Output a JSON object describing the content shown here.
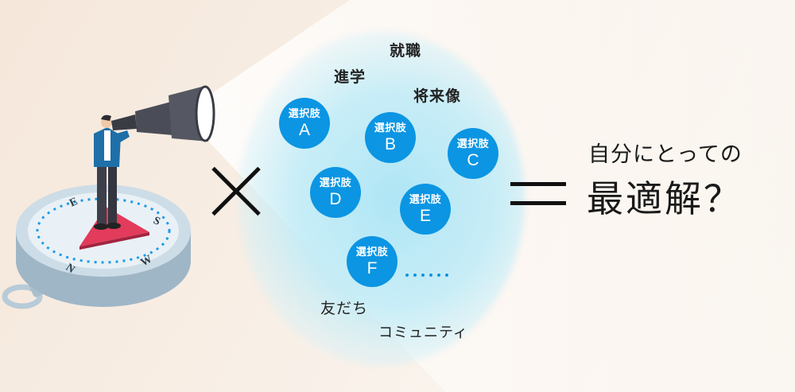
{
  "illustration": {
    "subject": "businessman-with-telescope-on-compass",
    "compass_labels": [
      "N",
      "E",
      "S",
      "W"
    ],
    "colors": {
      "background": "#f7ece2",
      "jacket": "#1f6fa8",
      "pointer": "#e23b5c",
      "compass": "#c9d9e3",
      "telescope": "#4a4d57"
    }
  },
  "operator_times": "×",
  "cloud": {
    "keywords": [
      {
        "id": "shushoku",
        "text": "就職"
      },
      {
        "id": "shingaku",
        "text": "進学"
      },
      {
        "id": "shoraizo",
        "text": "将来像"
      },
      {
        "id": "tomodachi",
        "text": "友だち"
      },
      {
        "id": "community",
        "text": "コミュニティ"
      }
    ],
    "options": [
      {
        "title": "選択肢",
        "letter": "A"
      },
      {
        "title": "選択肢",
        "letter": "B"
      },
      {
        "title": "選択肢",
        "letter": "C"
      },
      {
        "title": "選択肢",
        "letter": "D"
      },
      {
        "title": "選択肢",
        "letter": "E"
      },
      {
        "title": "選択肢",
        "letter": "F"
      }
    ],
    "ellipsis_dot_count": 6,
    "bubble_color": "#0b95e3",
    "glow_color": "#bfeaf6"
  },
  "operator_equals": "=",
  "answer": {
    "line1": "自分にとっての",
    "line2": "最適解？"
  }
}
